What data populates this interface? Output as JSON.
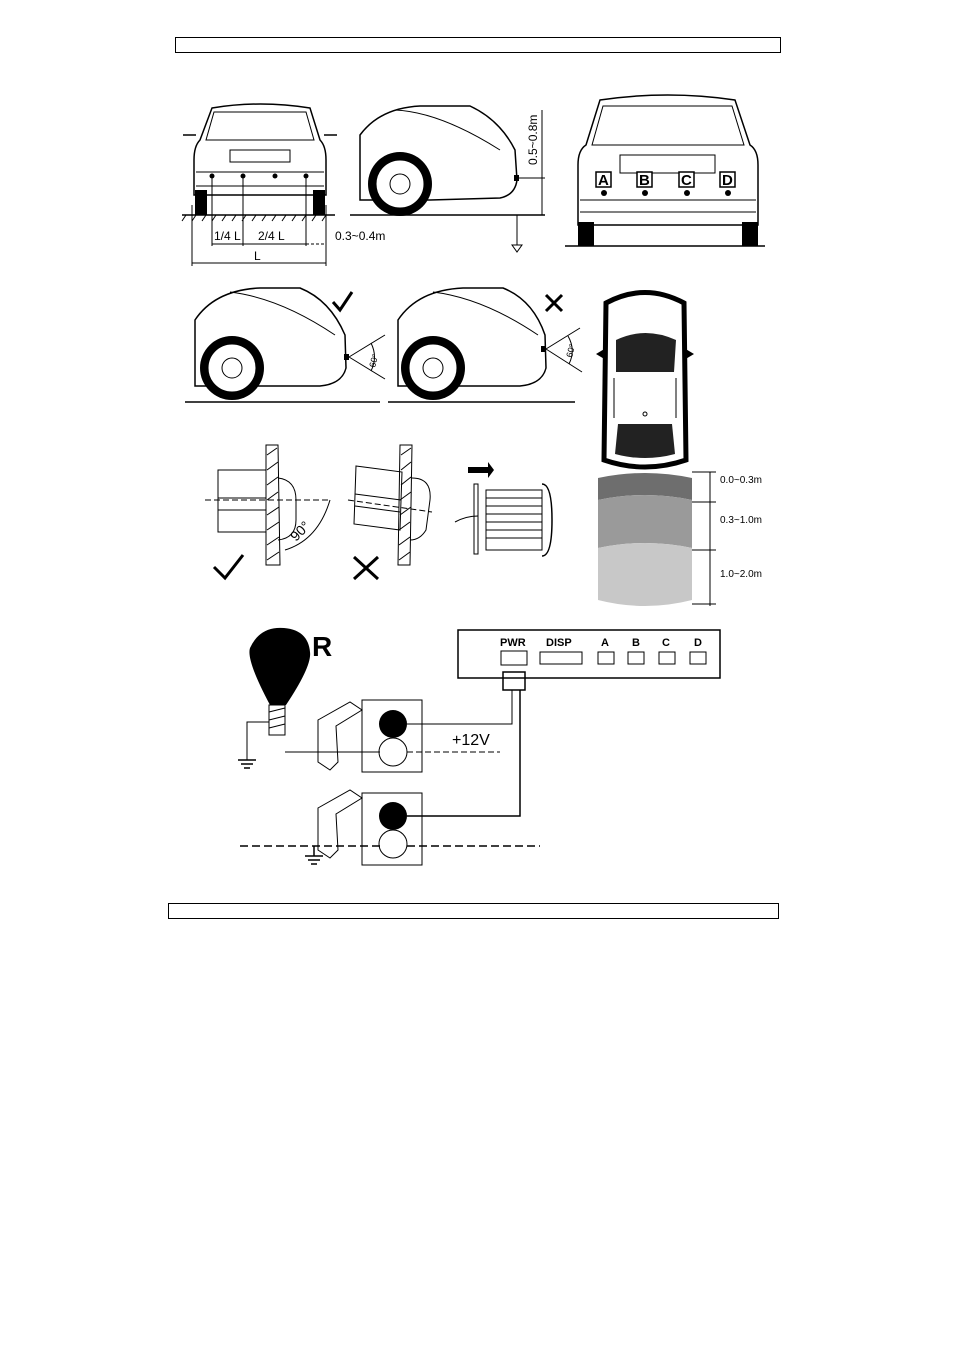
{
  "header": {
    "text": ""
  },
  "footer": {
    "text": ""
  },
  "mounting": {
    "height_label": "0.5~0.8m",
    "quarter_label": "1/4 L",
    "half_label": "2/4 L",
    "edge_label": "0.3~0.4m",
    "length_label": "L"
  },
  "sensors": {
    "labels": [
      "A",
      "B",
      "C",
      "D"
    ]
  },
  "angles": {
    "left_angle": "60°",
    "right_angle": "60°",
    "perp_angle": "90°"
  },
  "zones": {
    "labels": [
      "0.0~0.3m",
      "0.3~1.0m",
      "1.0~2.0m"
    ]
  },
  "wiring": {
    "reverse_label": "R",
    "voltage_label": "+12V",
    "ports": [
      "PWR",
      "DISP",
      "A",
      "B",
      "C",
      "D"
    ]
  },
  "colors": {
    "line": "#000000",
    "zone_near": "#6e6e6e",
    "zone_mid": "#9a9a9a",
    "zone_far": "#c8c8c8"
  }
}
